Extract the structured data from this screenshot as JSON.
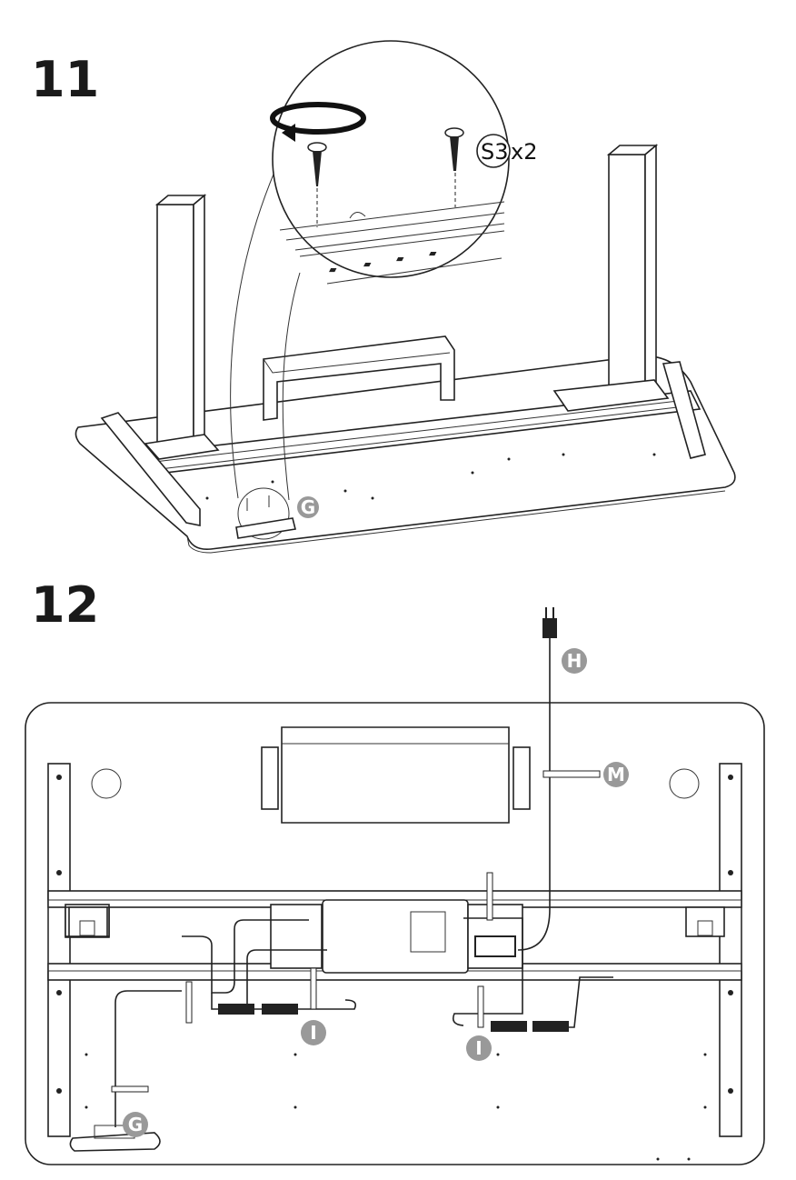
{
  "steps": [
    {
      "number": "11",
      "hardware": {
        "part": "S3",
        "quantity": "x2"
      },
      "part_labels": [
        "G"
      ]
    },
    {
      "number": "12",
      "part_labels": [
        "H",
        "M",
        "I",
        "I",
        "G"
      ]
    }
  ],
  "colors": {
    "label_circle": "#999999",
    "line": "#222222"
  }
}
